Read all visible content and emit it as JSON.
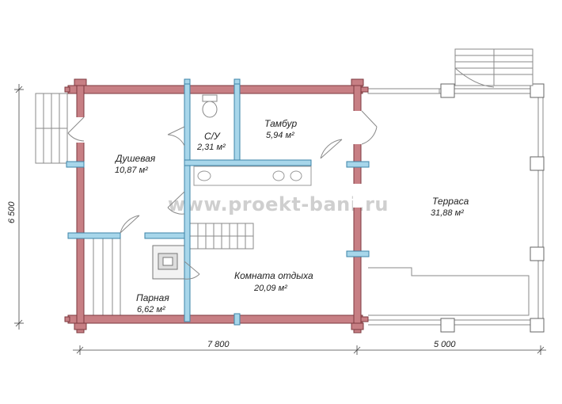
{
  "watermark": "www.proekt-bani.ru",
  "rooms": {
    "shower": {
      "name": "Душевая",
      "area": "10,87 м²"
    },
    "wc": {
      "name": "С/У",
      "area": "2,31 м²"
    },
    "vestibule": {
      "name": "Тамбур",
      "area": "5,94 м²"
    },
    "terrace": {
      "name": "Терраса",
      "area": "31,88 м²"
    },
    "steam": {
      "name": "Парная",
      "area": "6,62 м²"
    },
    "rest": {
      "name": "Комната отдыха",
      "area": "20,09 м²"
    }
  },
  "dimensions": {
    "width_main": "7 800",
    "width_terrace": "5 000",
    "depth": "6 500"
  },
  "colors": {
    "log_wall": "#c77f84",
    "partition": "#a7d6ea"
  }
}
